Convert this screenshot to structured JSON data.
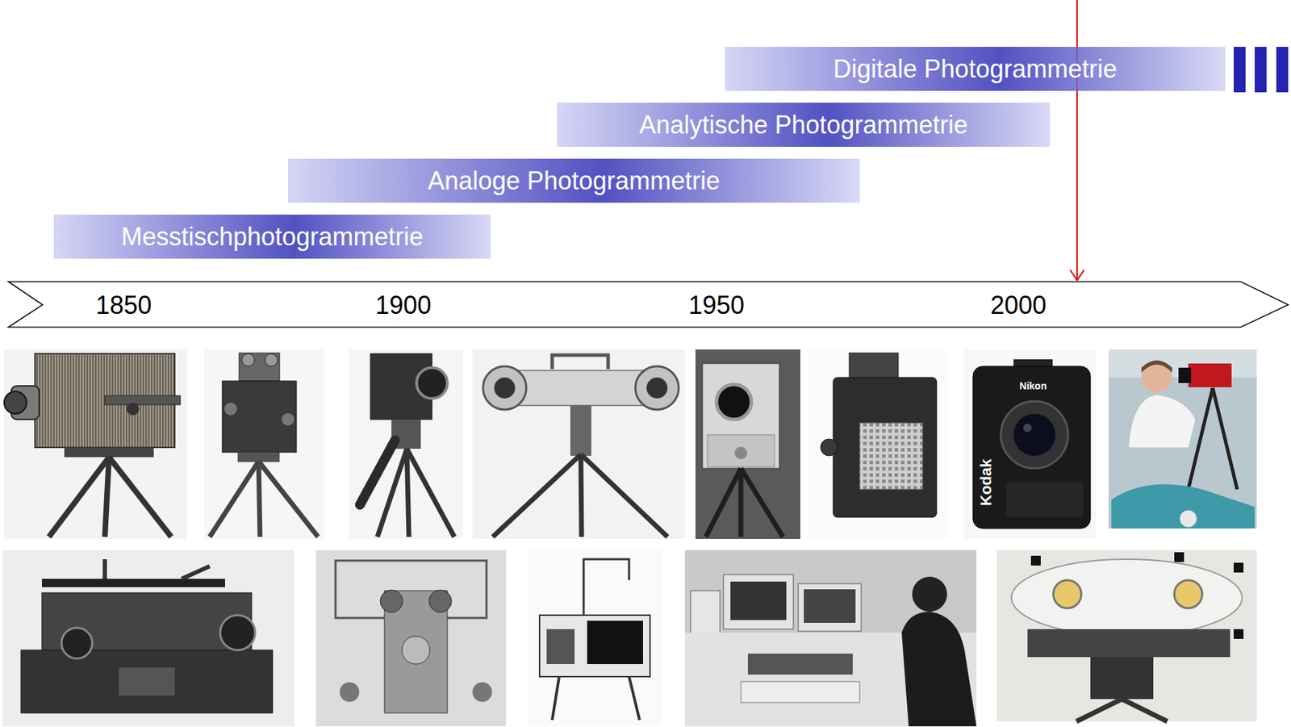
{
  "diagram": {
    "nodes": [
      {
        "text": [
          "Digitale Photogrammetrie"
        ]
      },
      {
        "text": [
          "Analytische Photogrammetrie"
        ]
      },
      {
        "text": [
          "Analoge Photogrammetrie"
        ]
      },
      {
        "text": [
          "Messtischphotogrammetrie"
        ]
      }
    ],
    "labels": [
      "1850",
      "1900",
      "1950",
      "2000",
      "Nikon",
      "Kodak"
    ]
  }
}
